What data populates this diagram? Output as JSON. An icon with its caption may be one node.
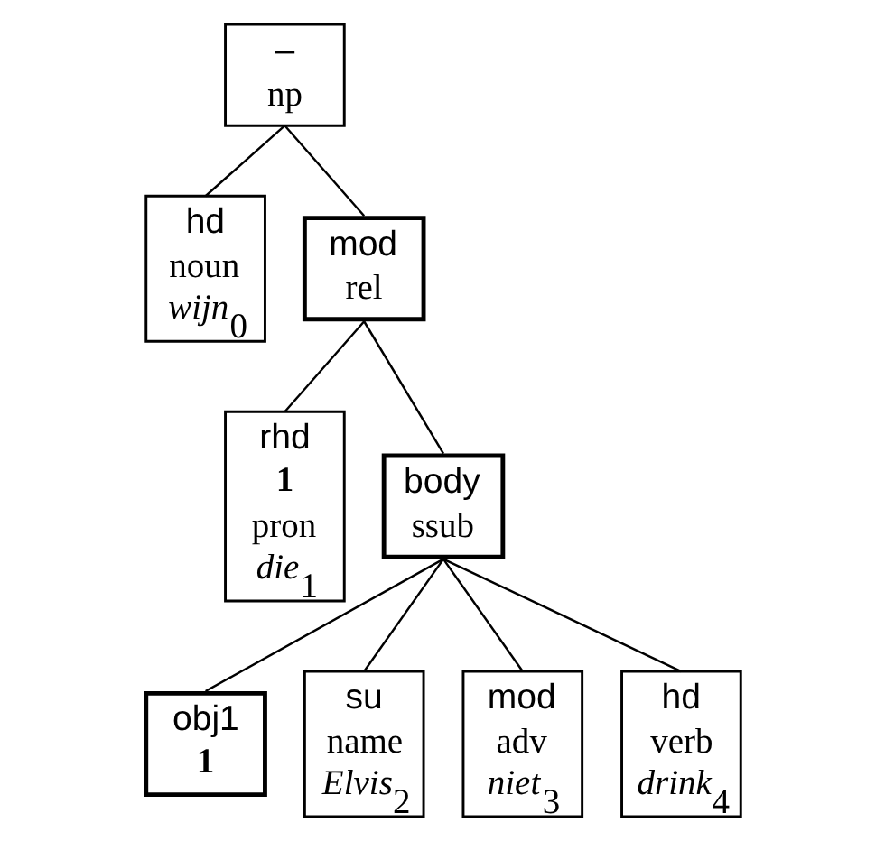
{
  "diagram": {
    "nodes": [
      {
        "text": [
          "–",
          "np"
        ]
      },
      {
        "text": [
          "hd",
          "noun",
          "*wijn*$_{0}$"
        ]
      },
      {
        "text": [
          "mod",
          "rel"
        ]
      },
      {
        "text": [
          "rhd",
          "1",
          "pron",
          "*die*$_{1}$"
        ]
      },
      {
        "text": [
          "body",
          "ssub"
        ]
      },
      {
        "text": [
          "obj1",
          "1"
        ]
      },
      {
        "text": [
          "su",
          "name",
          "*Elvis*$_{2}$"
        ]
      },
      {
        "text": [
          "mod",
          "adv",
          "*niet*$_{3}$"
        ]
      },
      {
        "text": [
          "hd",
          "verb",
          "*drink*$_{4}$"
        ]
      }
    ],
    "edges": [
      {
        "from": 0,
        "to": 1,
        "arrow": "none"
      },
      {
        "from": 0,
        "to": 2,
        "arrow": "none"
      },
      {
        "from": 2,
        "to": 3,
        "arrow": "none"
      },
      {
        "from": 2,
        "to": 4,
        "arrow": "none"
      },
      {
        "from": 4,
        "to": 5,
        "arrow": "none"
      },
      {
        "from": 4,
        "to": 6,
        "arrow": "none"
      },
      {
        "from": 4,
        "to": 7,
        "arrow": "none"
      },
      {
        "from": 4,
        "to": 8,
        "arrow": "none"
      }
    ]
  }
}
